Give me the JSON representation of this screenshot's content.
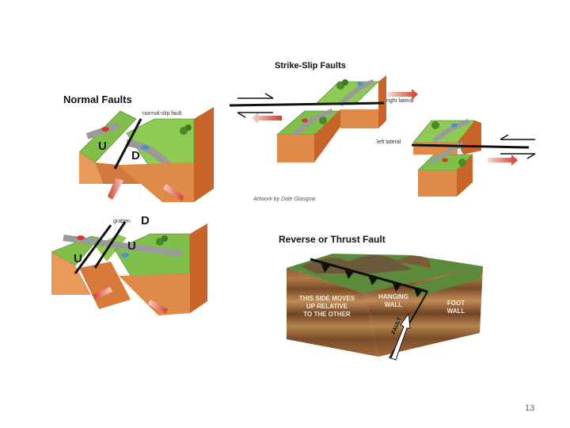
{
  "normal_faults": {
    "title": "Normal Faults",
    "label_normal_slip": "normal-slip fault",
    "label_graben": "graben",
    "top_block_left": "U",
    "top_block_right": "D",
    "bottom_center": "D",
    "bottom_left": "U",
    "bottom_right": "U"
  },
  "strike_slip": {
    "title": "Strike-Slip Faults",
    "label_right_lateral": "right lateral",
    "label_left_lateral": "left lateral",
    "credit": "Artwork by Dale Glasgow"
  },
  "reverse_fault": {
    "title": "Reverse or Thrust Fault",
    "label_side": "THIS SIDE MOVES UP RELATIVE TO THE OTHER",
    "label_side_l1": "THIS SIDE MOVES",
    "label_side_l2": "UP RELATIVE",
    "label_side_l3": "TO THE OTHER",
    "label_hanging_l1": "HANGING",
    "label_hanging_l2": "WALL",
    "label_foot_l1": "FOOT",
    "label_foot_l2": "WALL",
    "label_fault": "FAULT"
  },
  "page_number": "13",
  "colors": {
    "grass": "#7fbf4a",
    "earth_front": "#e08a4a",
    "earth_side": "#c8642a",
    "road": "#9a9a9a",
    "arrow_red": "#d23c2c"
  }
}
